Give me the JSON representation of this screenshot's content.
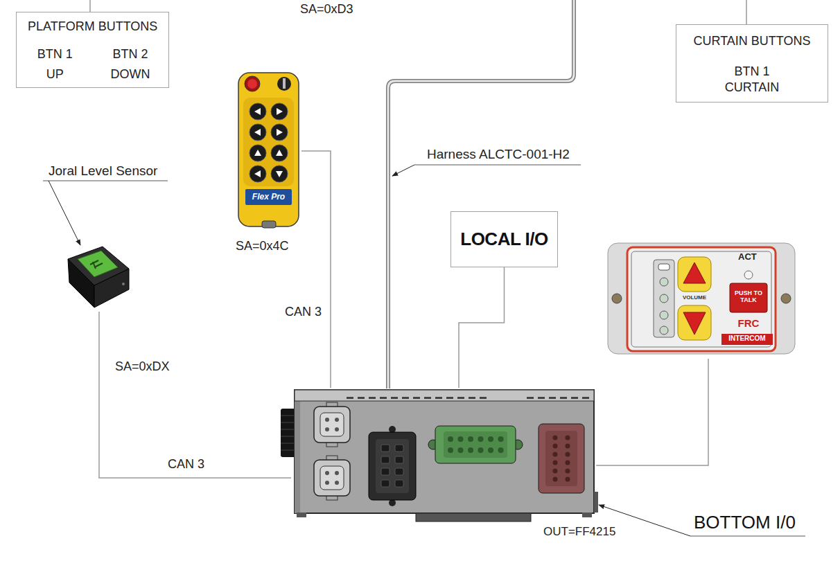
{
  "diagram": {
    "nodes": [
      {
        "text": [
          "PLATFORM BUTTONS",
          "BTN 1",
          "BTN 2",
          "UP",
          "DOWN"
        ]
      },
      {
        "text": [
          "CURTAIN BUTTONS",
          "BTN 1",
          "CURTAIN"
        ]
      },
      {
        "text": [
          "Flex Pro",
          "SA=0x4C"
        ]
      },
      {
        "text": [
          "Joral Level Sensor"
        ]
      },
      {
        "text": [
          "LOCAL I/O"
        ]
      },
      {
        "text": [
          "ACT",
          "VOLUME",
          "PUSH TO TALK",
          "FRC",
          "INTERCOM"
        ]
      },
      {
        "text": [
          "BOTTOM I/0"
        ]
      }
    ],
    "edges": [
      {
        "from": 2,
        "to": 6,
        "arrow": "none",
        "label": "CAN 3"
      },
      {
        "from": 3,
        "to": 6,
        "arrow": "none",
        "label": "CAN 3"
      },
      {
        "from": 4,
        "to": 6,
        "arrow": "none"
      },
      {
        "from": 5,
        "to": 6,
        "arrow": "none"
      }
    ],
    "labels": [
      "SA=0xD3",
      "Harness ALCTC-001-H2",
      "SA=0xDX",
      "OUT=FF4215"
    ]
  }
}
